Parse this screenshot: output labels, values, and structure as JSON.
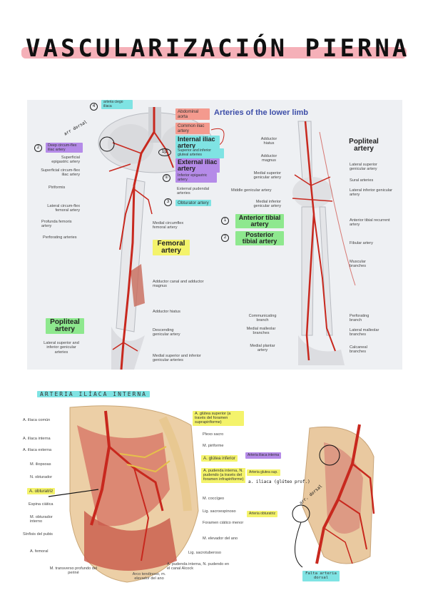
{
  "title": "VASCULARIZACIÓN PIERNA",
  "top_panel": {
    "heading": "Arteries of the lower limb",
    "handwritten": {
      "n4": "4",
      "n4_tag": "arteria ciego ilíaca",
      "oblique": "arr dorsal",
      "n2": "2",
      "n12": "1|2",
      "n1b": "①",
      "n3": "3",
      "n1": "1",
      "n2b": "2"
    },
    "left_labels": {
      "abdominal_aorta": "Abdominal aorta",
      "common_iliac": "Common iliac artery",
      "internal_iliac": "Internal iliac artery",
      "sup_inf_gluteal": "Superior and inferior gluteal arteries",
      "external_iliac": "External iliac artery",
      "inferior_epigastric": "Inferior epigastric artery",
      "external_pudendal": "External pudendal arteries",
      "obturator": "Obturator artery",
      "deep_circumflex": "Deep circum-flex iliac artery",
      "superficial_epigastric": "Superficial epigastric artery",
      "superficial_circumflex": "Superficial circum-flex iliac artery",
      "piriformis": "Piriformis",
      "lateral_circumflex": "Lateral circum-flex femoral artery",
      "profunda": "Profunda femoris artery",
      "perforating": "Perforating arteries",
      "medial_circumflex": "Medial circumflex femoral artery",
      "femoral": "Femoral artery",
      "adductor_canal": "Adductor canal and adductor magnus",
      "adductor_hiatus": "Adductor hiatus",
      "descending_genicular": "Descending genicular artery",
      "popliteal": "Popliteal artery",
      "lat_sup_inf_genicular": "Lateral superior and inferior genicular arteries",
      "med_sup_inf_genicular": "Medial superior and inferior genicular arteries"
    },
    "right_labels": {
      "adductor_hiatus": "Adductor hiatus",
      "adductor_magnus": "Adductor magnus",
      "popliteal": "Popliteal artery",
      "medial_superior_genicular": "Medial superior genicular artery",
      "lateral_superior_genicular": "Lateral superior genicular artery",
      "middle_genicular": "Middle genicular artery",
      "sural": "Sural arteries",
      "lateral_inferior_genicular": "Lateral inferior genicular artery",
      "medial_inferior_genicular": "Medial inferior genicular artery",
      "anterior_tibial": "Anterior tibial artery",
      "anterior_tibial_recurrent": "Anterior tibial recurrent artery",
      "posterior_tibial": "Posterior tibial artery",
      "fibular": "Fibular artery",
      "muscular": "Muscular branches",
      "communicating": "Communicating branch",
      "medial_malleolar": "Medial malleolar branches",
      "perforating": "Perforating branch",
      "lateral_malleolar": "Lateral malleolar branches",
      "medial_plantar": "Medial plantar artery",
      "calcaneal": "Calcaneal branches"
    }
  },
  "bottom": {
    "section_title": "ARTERIA ILÍACA INTERNA",
    "left_labels": {
      "iliaca_comun": "A. ilíaca común",
      "iliaca_interna": "A. ilíaca interna",
      "iliaca_externa": "A. ilíaca externa",
      "iliopsoas": "M. iliopsoas",
      "n_obturador": "N. obturador",
      "obturatriz": "A. obturatriz",
      "espina_ciatica": "Espina ciática",
      "obturador_interno": "M. obturador interno",
      "sinfisis": "Sínfisis del pubis",
      "femoral": "A. femoral",
      "transverso": "M. transverso profundo del periné",
      "glutea_superior": "A. glútea superior (a través del foramen suprapiriforme)",
      "plexo_sacro": "Plexo sacro",
      "piriforme": "M. piriforme",
      "glutea_inferior": "A. glútea inferior",
      "pudenda_interna": "A. pudenda interna, N. pudendo (a través del foramen infrapiriforme)",
      "coccigeo": "M. coccígeo",
      "sacroespinoso": "Lig. sacroespinoso",
      "foramen_ciatico": "Foramen ciático menor",
      "elevador_ano": "M. elevador del ano",
      "sacrotuberoso": "Lig. sacrotuberoso",
      "pudenda_alcock": "A. pudenda interna, N. pudendo en el canal Alcock",
      "arco_tendinoso": "Arco tendinoso, m. elevador del ano"
    },
    "right_labels": {
      "hl_purple": "Arteria iliaca interna",
      "hl_yellow1": "Arteria glutea sup.",
      "hand_iliaca": "a. iliaca (glúteo prof.)",
      "hl_yellow2": "Arteria obturatriz",
      "hand_dorsal": "arr. dorsal",
      "falta_label": "Falta arteria dorsal"
    }
  }
}
